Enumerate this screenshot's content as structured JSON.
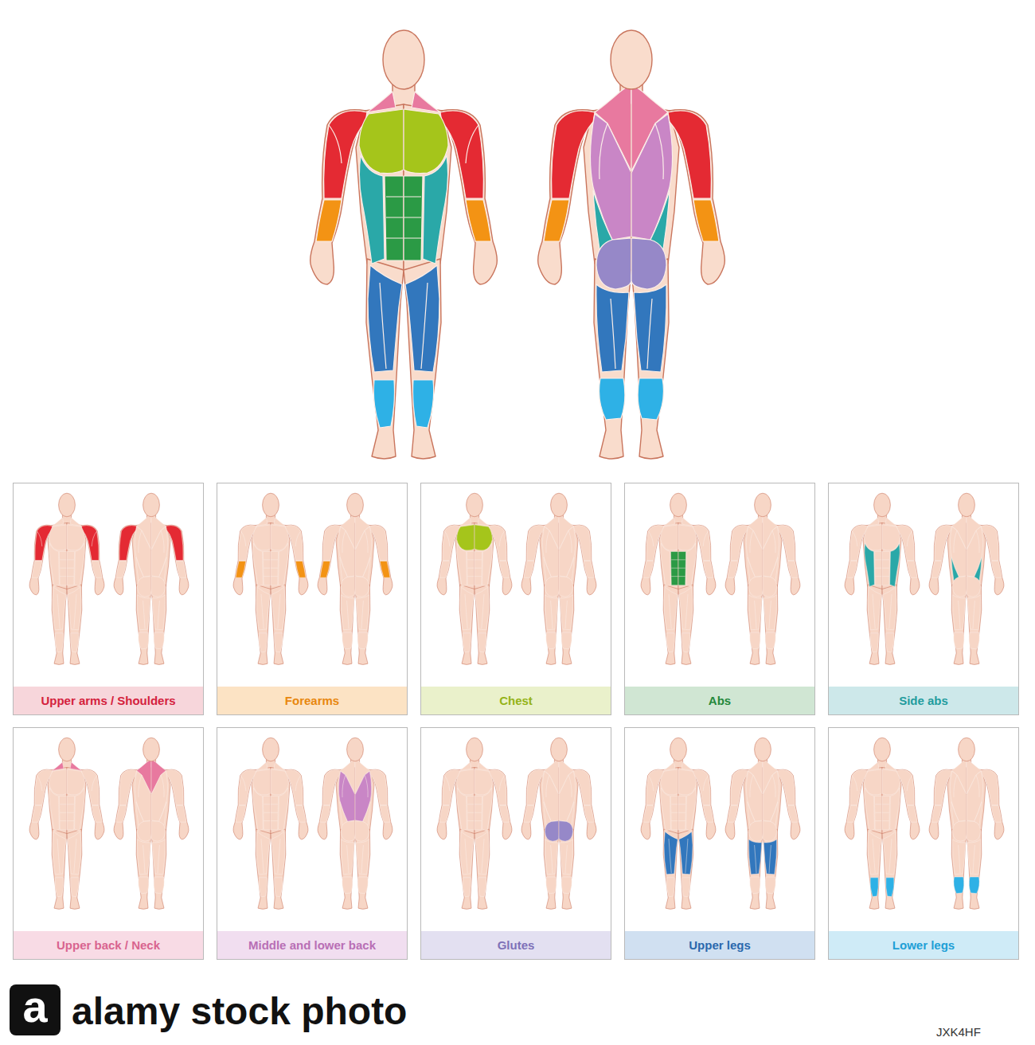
{
  "diagram": {
    "nodes": [
      {
        "text": [
          "Upper arms / Shoulders"
        ]
      },
      {
        "text": [
          "Forearms"
        ]
      },
      {
        "text": [
          "Chest"
        ]
      },
      {
        "text": [
          "Abs"
        ]
      },
      {
        "text": [
          "Side abs"
        ]
      },
      {
        "text": [
          "Upper back / Neck"
        ]
      },
      {
        "text": [
          "Middle and lower back"
        ]
      },
      {
        "text": [
          "Glutes"
        ]
      },
      {
        "text": [
          "Upper legs"
        ]
      },
      {
        "text": [
          "Lower legs"
        ]
      }
    ],
    "labels": [
      "a",
      "alamy stock photo",
      "JXK4HF"
    ]
  }
}
